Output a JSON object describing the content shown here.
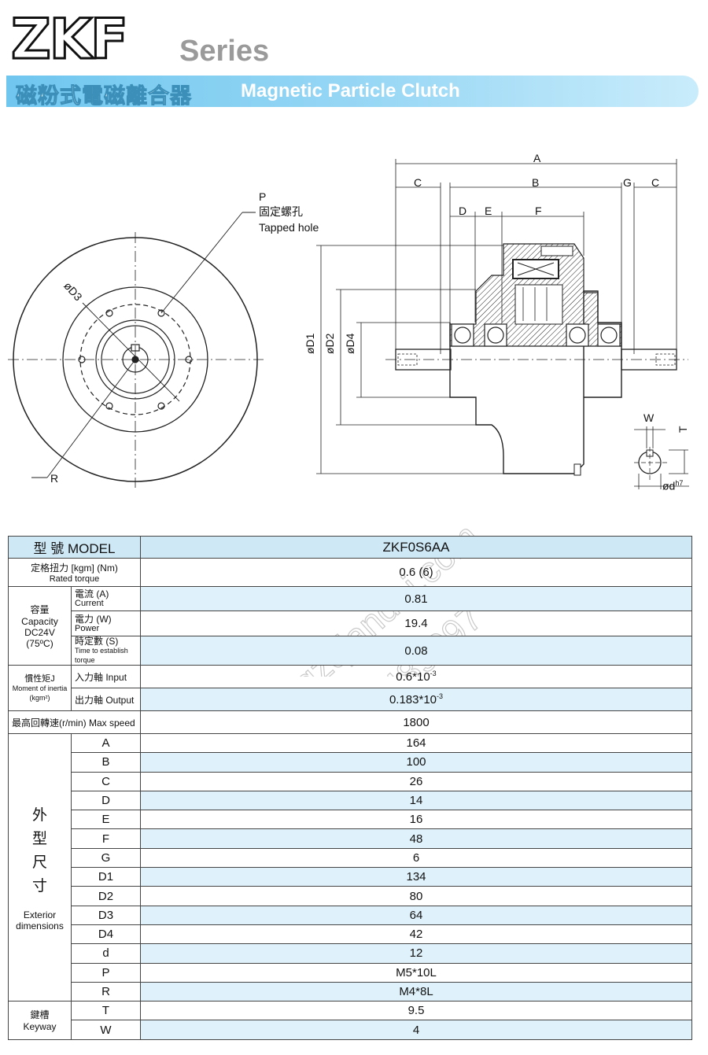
{
  "header": {
    "brand": "ZKF",
    "series": "Series",
    "title_cn": "磁粉式電磁離合器",
    "title_en": "Magnetic Particle Clutch"
  },
  "drawing": {
    "labels": {
      "A": "A",
      "B": "B",
      "C_left": "C",
      "C_right": "C",
      "G": "G",
      "D": "D",
      "E": "E",
      "F": "F",
      "D1": "øD1",
      "D2": "øD2",
      "D4": "øD4",
      "D3": "øD3",
      "P": "P",
      "P_cn": "固定螺孔",
      "P_en": "Tapped hole",
      "R": "R",
      "W": "W",
      "T": "T",
      "d": "ød"
    },
    "d_superscript": "h7"
  },
  "watermark": {
    "line1": "www.gzqiandai.com",
    "line2": "13533489097"
  },
  "colors": {
    "banner": "#6fc6ef",
    "row_alt": "#dff2fb",
    "header_row": "#cfe8f6"
  },
  "table": {
    "model_label_cn": "型 號",
    "model_label_en": "MODEL",
    "model_value": "ZKF0S6AA",
    "rated_torque_cn": "定格扭力",
    "rated_torque_unit": "[kgm] (Nm)",
    "rated_torque_en": "Rated torque",
    "rated_torque_value": "0.6 (6)",
    "capacity_cn": "容量",
    "capacity_en": "Capacity",
    "capacity_voltage": "DC24V",
    "capacity_temp": "(75ºC)",
    "current_cn": "電流 (A)",
    "current_en": "Current",
    "current_value": "0.81",
    "power_cn": "電力 (W)",
    "power_en": "Power",
    "power_value": "19.4",
    "time_cn": "時定數 (S)",
    "time_en": "Time to establish torque",
    "time_value": "0.08",
    "inertia_cn": "慣性矩J",
    "inertia_en": "Moment of inertia",
    "inertia_unit": "(kgm²)",
    "input_label": "入力軸 Input",
    "input_value": "0.6*10",
    "input_exp": "-3",
    "output_label": "出力軸 Output",
    "output_value": "0.183*10",
    "output_exp": "-3",
    "speed_label": "最高回轉速(r/min) Max speed",
    "speed_value": "1800",
    "dimensions_cn": [
      "外",
      "型",
      "尺",
      "寸"
    ],
    "dimensions_en1": "Exterior",
    "dimensions_en2": "dimensions",
    "dims": [
      {
        "key": "A",
        "value": "164"
      },
      {
        "key": "B",
        "value": "100"
      },
      {
        "key": "C",
        "value": "26"
      },
      {
        "key": "D",
        "value": "14"
      },
      {
        "key": "E",
        "value": "16"
      },
      {
        "key": "F",
        "value": "48"
      },
      {
        "key": "G",
        "value": "6"
      },
      {
        "key": "D1",
        "value": "134"
      },
      {
        "key": "D2",
        "value": "80"
      },
      {
        "key": "D3",
        "value": "64"
      },
      {
        "key": "D4",
        "value": "42"
      },
      {
        "key": "d",
        "value": "12"
      },
      {
        "key": "P",
        "value": "M5*10L"
      },
      {
        "key": "R",
        "value": "M4*8L"
      }
    ],
    "keyway_cn": "鍵槽",
    "keyway_en": "Keyway",
    "keyway": [
      {
        "key": "T",
        "value": "9.5"
      },
      {
        "key": "W",
        "value": "4"
      }
    ]
  }
}
